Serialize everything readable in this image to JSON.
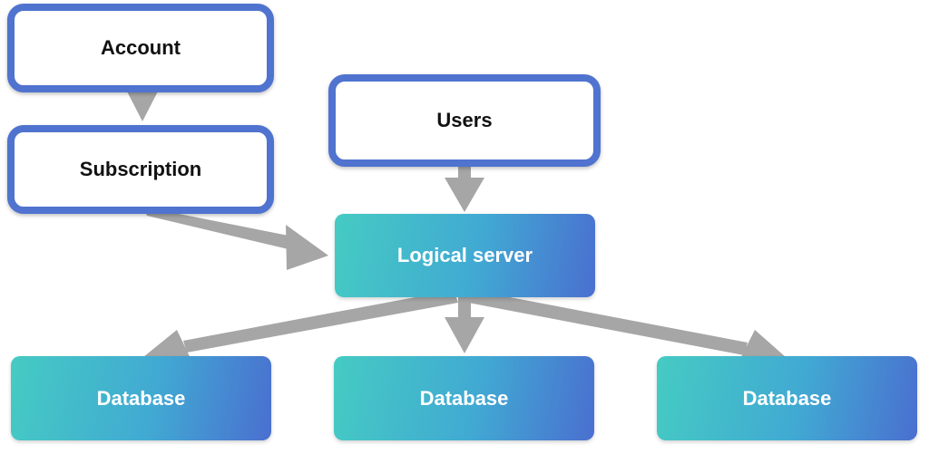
{
  "diagram": {
    "colors": {
      "outline": "#4f73cf",
      "gradient_start": "#45cbc3",
      "gradient_end": "#4a6fd0",
      "arrow": "#a6a6a6"
    },
    "nodes": {
      "account": "Account",
      "subscription": "Subscription",
      "users": "Users",
      "logical_server": "Logical server",
      "database_1": "Database",
      "database_2": "Database",
      "database_3": "Database"
    }
  }
}
